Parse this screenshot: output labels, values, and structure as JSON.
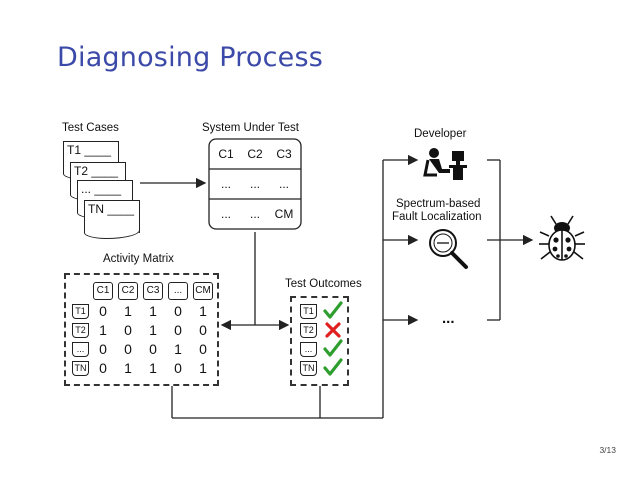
{
  "title": "Diagnosing Process",
  "labels": {
    "test_cases": "Test Cases",
    "system_under_test": "System Under Test",
    "developer": "Developer",
    "sbfl_line1": "Spectrum-based",
    "sbfl_line2": "Fault Localization",
    "activity_matrix": "Activity Matrix",
    "test_outcomes": "Test Outcomes",
    "ellipsis": "..."
  },
  "test_cases": [
    "T1 ____",
    "T2 ____",
    "... ____",
    "TN ____"
  ],
  "sut_cells": [
    "C1",
    "C2",
    "C3",
    "...",
    "...",
    "...",
    "...",
    "...",
    "CM"
  ],
  "matrix": {
    "columns": [
      "C1",
      "C2",
      "C3",
      "...",
      "CM"
    ],
    "rows": [
      {
        "label": "T1",
        "values": [
          "0",
          "1",
          "1",
          "0",
          "1"
        ]
      },
      {
        "label": "T2",
        "values": [
          "1",
          "0",
          "1",
          "0",
          "0"
        ]
      },
      {
        "label": "...",
        "values": [
          "0",
          "0",
          "0",
          "1",
          "0"
        ]
      },
      {
        "label": "TN",
        "values": [
          "0",
          "1",
          "1",
          "0",
          "1"
        ]
      }
    ]
  },
  "outcomes": [
    {
      "label": "T1",
      "result": "pass"
    },
    {
      "label": "T2",
      "result": "fail"
    },
    {
      "label": "...",
      "result": "pass"
    },
    {
      "label": "TN",
      "result": "pass"
    }
  ],
  "colors": {
    "title": "#3b4aa8",
    "pass": "#2e9e2e",
    "fail": "#e02020"
  },
  "page_number": "3/13"
}
